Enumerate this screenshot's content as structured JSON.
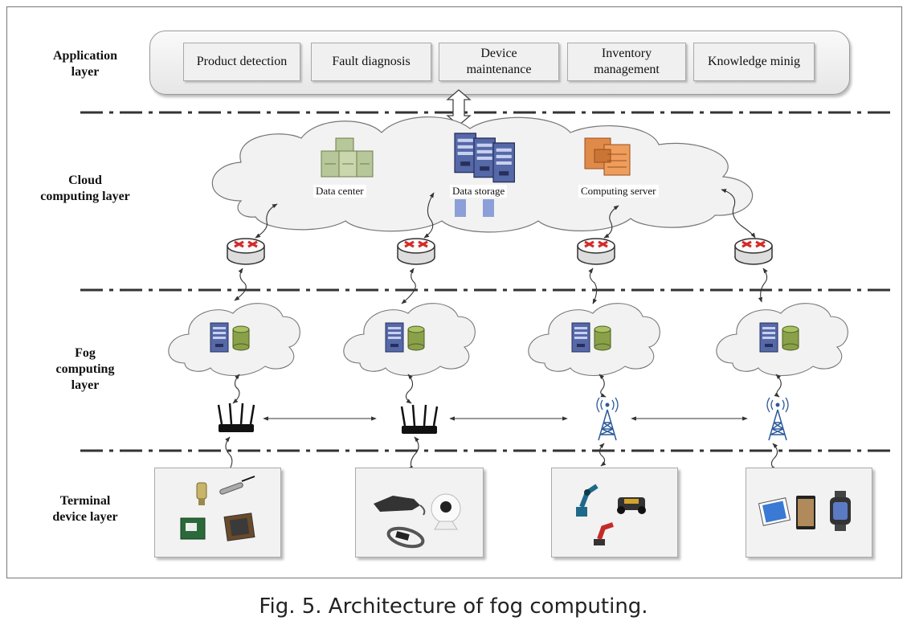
{
  "caption": "Fig. 5.  Architecture of fog computing.",
  "layers": {
    "application": [
      "Application",
      "layer"
    ],
    "cloud": [
      "Cloud",
      "computing layer"
    ],
    "fog": [
      "Fog",
      "computing",
      "layer"
    ],
    "terminal": [
      "Terminal",
      "device layer"
    ]
  },
  "application_boxes": [
    [
      "Product detection"
    ],
    [
      "Fault diagnosis"
    ],
    [
      "Device",
      "maintenance"
    ],
    [
      "Inventory",
      "management"
    ],
    [
      "Knowledge minig"
    ]
  ],
  "cloud_items": {
    "data_center": "Data center",
    "data_storage": "Data storage",
    "computing_server": "Computing server"
  },
  "icons": [
    "server-icon",
    "database-icon",
    "router-icon",
    "wifi-router-icon",
    "antenna-tower-icon",
    "data-center-icon",
    "computing-server-icon",
    "sensor-icon",
    "vr-glasses-icon",
    "camera-icon",
    "robot-arm-icon",
    "tablet-icon",
    "smartwatch-icon"
  ],
  "colors": {
    "cloud_fill": "#f2f2f2",
    "router_arrow": "#d42a2a",
    "server_blue": "#5568a8",
    "database_green": "#8aa14a",
    "data_center_green": "#b7c79a",
    "computing_orange": "#e08a4a",
    "tower_blue": "#2c5a9a"
  }
}
